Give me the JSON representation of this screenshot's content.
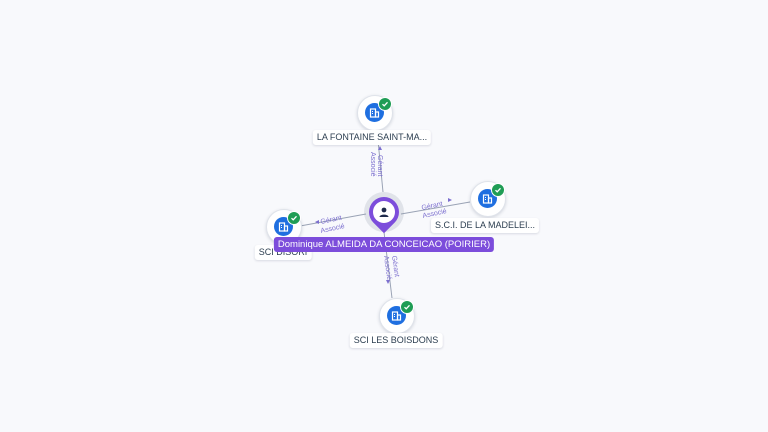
{
  "center": {
    "name": "Dominique ALMEIDA DA CONCEICAO (POIRIER)",
    "icon": "person-icon",
    "color": "#7c4ddb"
  },
  "companies": [
    {
      "name": "LA FONTAINE SAINT-MA...",
      "icon": "building-icon",
      "status": "check-icon"
    },
    {
      "name": "S.C.I. DE LA MADELEI...",
      "icon": "building-icon",
      "status": "check-icon"
    },
    {
      "name": "SCI DISORI",
      "icon": "building-icon",
      "status": "check-icon"
    },
    {
      "name": "SCI LES BOISDONS",
      "icon": "building-icon",
      "status": "check-icon"
    }
  ],
  "relations": [
    {
      "role1": "Gérant",
      "role2": "Associé"
    },
    {
      "role1": "Gérant",
      "role2": "Associé"
    },
    {
      "role1": "Gérant",
      "role2": "Associé"
    },
    {
      "role1": "Gérant",
      "role2": "Associé"
    }
  ],
  "colors": {
    "edge_label": "#7c6fcf",
    "company_icon": "#1f6fe0",
    "verified": "#1f9d55"
  }
}
